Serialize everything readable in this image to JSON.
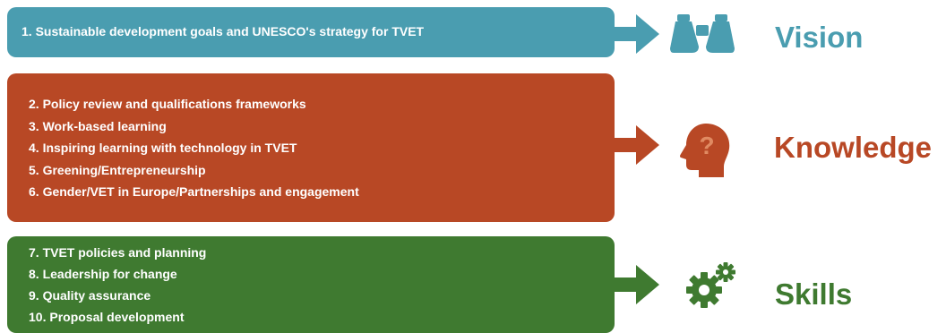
{
  "colors": {
    "vision": "#4a9db0",
    "knowledge": "#b84825",
    "skills": "#3f7a30"
  },
  "sections": {
    "vision": {
      "items": [
        "1. Sustainable development goals and UNESCO's strategy for TVET"
      ],
      "label": "Vision",
      "icon": "binoculars-icon"
    },
    "knowledge": {
      "items": [
        "2. Policy review and qualifications frameworks",
        "3. Work-based learning",
        "4. Inspiring learning with technology in TVET",
        "5. Greening/Entrepreneurship",
        "6. Gender/VET in Europe/Partnerships and engagement"
      ],
      "label": "Knowledge",
      "icon": "head-question-icon"
    },
    "skills": {
      "items": [
        "7. TVET policies and planning",
        "8. Leadership for change",
        "9. Quality assurance",
        "10. Proposal development"
      ],
      "label": "Skills",
      "icon": "gears-icon"
    }
  }
}
